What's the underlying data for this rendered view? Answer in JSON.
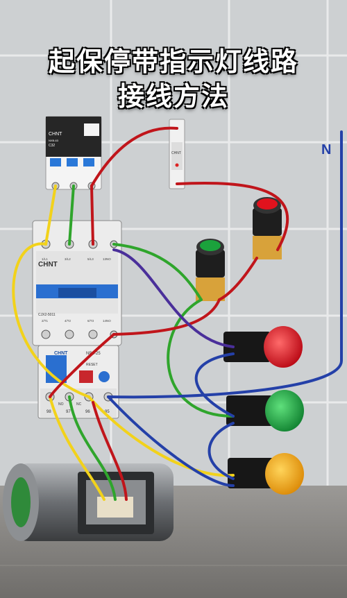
{
  "title": {
    "line1": "起保停带指示灯线路",
    "line2": "接线方法"
  },
  "breaker": {
    "brand": "CHNT",
    "model": "NXB-63",
    "rating": "C32"
  },
  "contactor": {
    "brand": "CHNT",
    "model": "CJX2-5011",
    "top_terminals": [
      "1/L1",
      "3/L2",
      "5/L3",
      "13NO"
    ],
    "bottom_terminals": [
      "2/T1",
      "4/T2",
      "6/T3",
      "14NO"
    ]
  },
  "relay": {
    "brand": "CHNT",
    "model": "NR2-25",
    "reset": "RESET",
    "terminals": [
      "98",
      "97",
      "96",
      "95"
    ],
    "nc_label": "NC",
    "no_label": "NO"
  },
  "fuse": {
    "brand": "CHNT"
  },
  "neutral_label": "N",
  "colors": {
    "phase_yellow": "#f2d21b",
    "phase_green": "#2fa52c",
    "phase_red": "#c0151b",
    "neutral_blue": "#2440a8",
    "control_purple": "#4a2f9a"
  },
  "icons": [
    "motor-icon",
    "start-button-icon",
    "stop-button-icon",
    "red-lamp-icon",
    "green-lamp-icon",
    "yellow-lamp-icon"
  ]
}
